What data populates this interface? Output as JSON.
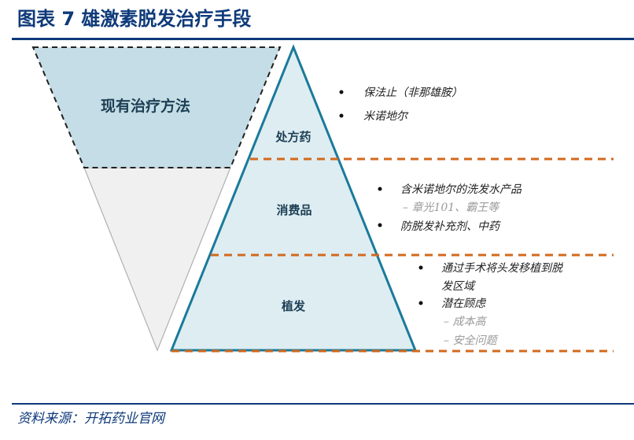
{
  "title": "图表 7  雄激素脱发治疗手段",
  "funnel_label": "现有治疗方法",
  "tiers": [
    {
      "label": "处方药",
      "bullets": [
        {
          "text": "保法止（非那雄胺）"
        },
        {
          "text": "米诺地尔"
        }
      ]
    },
    {
      "label": "消费品",
      "bullets": [
        {
          "text": "含米诺地尔的洗发水产品",
          "subs": [
            "–  章光101、霸王等"
          ]
        },
        {
          "text": "防脱发补充剂、中药"
        }
      ]
    },
    {
      "label": "植发",
      "bullets": [
        {
          "text": "通过手术将头发移植到脱",
          "text2": "发区域"
        },
        {
          "text": "潜在顾虑",
          "subs": [
            "–  成本高",
            "–  安全问题"
          ]
        }
      ]
    }
  ],
  "source": "资料来源：开拓药业官网",
  "colors": {
    "brand": "#0e3a7a",
    "pyramid_stroke": "#1a7a9a",
    "pyramid_fill": "#deedf2",
    "funnel_fill": "#c5dde6",
    "divider": "#d2691e"
  }
}
